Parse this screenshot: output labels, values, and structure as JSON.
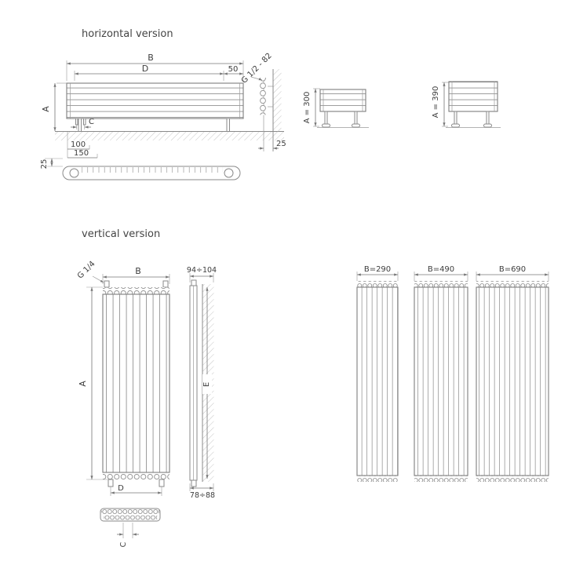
{
  "horizontal_section": {
    "title": "horizontal version",
    "front_view": {
      "dim_B": "B",
      "dim_D": "D",
      "dim_50": "50",
      "thread_label": "G 1/2 - 82",
      "dim_A": "A",
      "dim_C": "C",
      "dim_100": "100",
      "dim_150": "150",
      "dim_25_wall": "25"
    },
    "plan_view": {
      "dim_25": "25"
    },
    "side_views": [
      {
        "label": "A = 300"
      },
      {
        "label": "A = 390"
      }
    ]
  },
  "vertical_section": {
    "title": "vertical version",
    "front_view": {
      "thread_label": "G 1/4",
      "dim_B": "B",
      "dim_A": "A",
      "dim_D": "D"
    },
    "side_view": {
      "dim_depth_top": "94÷104",
      "dim_E": "E",
      "dim_depth_bottom": "78÷88"
    },
    "plan_view": {
      "dim_C": "C"
    },
    "variants": [
      {
        "label": "B=290"
      },
      {
        "label": "B=490"
      },
      {
        "label": "B=690"
      }
    ]
  }
}
